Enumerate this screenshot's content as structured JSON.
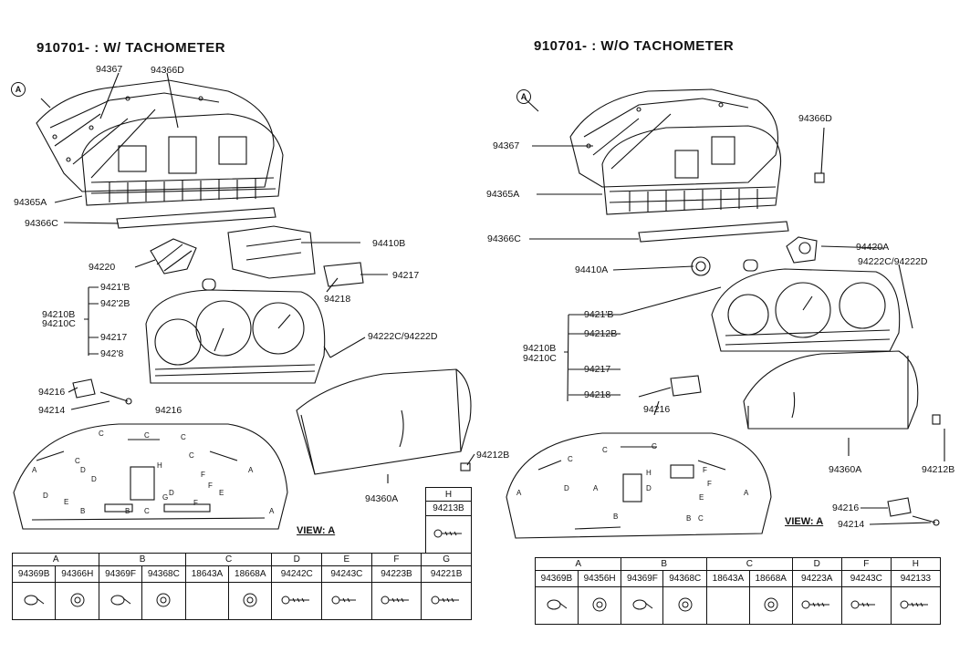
{
  "left": {
    "title": "910701- : W/ TACHOMETER",
    "callout": "A",
    "view_label": "VIEW: A",
    "labels": {
      "l94367": "94367",
      "l94366D": "94366D",
      "l94365A": "94365A",
      "l94366C": "94366C",
      "l94410B": "94410B",
      "l94220": "94220",
      "l94217a": "94217",
      "l94218a": "94218",
      "l9421B": "9421'B",
      "l9421_2B": "942'2B",
      "l94210B": "94210B",
      "l94210C": "94210C",
      "l94217b": "94217",
      "l9421_8": "942'8",
      "l94222": "94222C/94222D",
      "l94216a": "94216",
      "l94214": "94214",
      "l94216b": "94216",
      "l94212B": "94212B",
      "l94360A": "94360A"
    },
    "view_letters": {
      "c1": "C",
      "c2": "C",
      "c3": "C",
      "c4": "C",
      "c5": "C",
      "c6": "C",
      "h1": "H",
      "g1": "G",
      "d1": "D",
      "d2": "D",
      "d3": "D",
      "d4": "D",
      "e1": "E",
      "e2": "E",
      "f1": "F",
      "f2": "F",
      "f3": "F",
      "b1": "B",
      "b2": "B",
      "a1": "A",
      "a2": "A",
      "a3": "A"
    },
    "table": {
      "groups": [
        "A",
        "B",
        "C",
        "D",
        "E",
        "F",
        "G"
      ],
      "parts": [
        "94369B",
        "94366H",
        "94369F",
        "94368C",
        "18643A",
        "18668A",
        "94242C",
        "94243C",
        "94223B",
        "94221B"
      ]
    },
    "hbox": {
      "header": "H",
      "part": "94213B"
    }
  },
  "right": {
    "title": "910701- : W/O TACHOMETER",
    "callout": "A",
    "view_label": "VIEW: A",
    "labels": {
      "r94367": "94367",
      "r94366D": "94366D",
      "r94365A": "94365A",
      "r94366C": "94366C",
      "r94410A": "94410A",
      "r94420A": "94420A",
      "r94222": "94222C/94222D",
      "r9421B": "9421'B",
      "r94212B": "94212B",
      "r94210B": "94210B",
      "r94210C": "94210C",
      "r94217": "94217",
      "r94218": "94218",
      "r94216a": "94216",
      "r94360A": "94360A",
      "r94212B2": "94212B",
      "r94216b": "94216",
      "r94214": "94214"
    },
    "view_letters": {
      "c1": "C",
      "c2": "C",
      "c3": "C",
      "c4": "C",
      "h1": "H",
      "d1": "D",
      "d2": "D",
      "e1": "E",
      "b1": "B",
      "b2": "B",
      "a1": "A",
      "a2": "A",
      "a3": "A",
      "f1": "F",
      "f2": "F"
    },
    "table": {
      "groups": [
        "A",
        "B",
        "C",
        "D",
        "F",
        "H"
      ],
      "parts": [
        "94369B",
        "94356H",
        "94369F",
        "94368C",
        "18643A",
        "18668A",
        "94223A",
        "94243C",
        "942133"
      ]
    }
  }
}
